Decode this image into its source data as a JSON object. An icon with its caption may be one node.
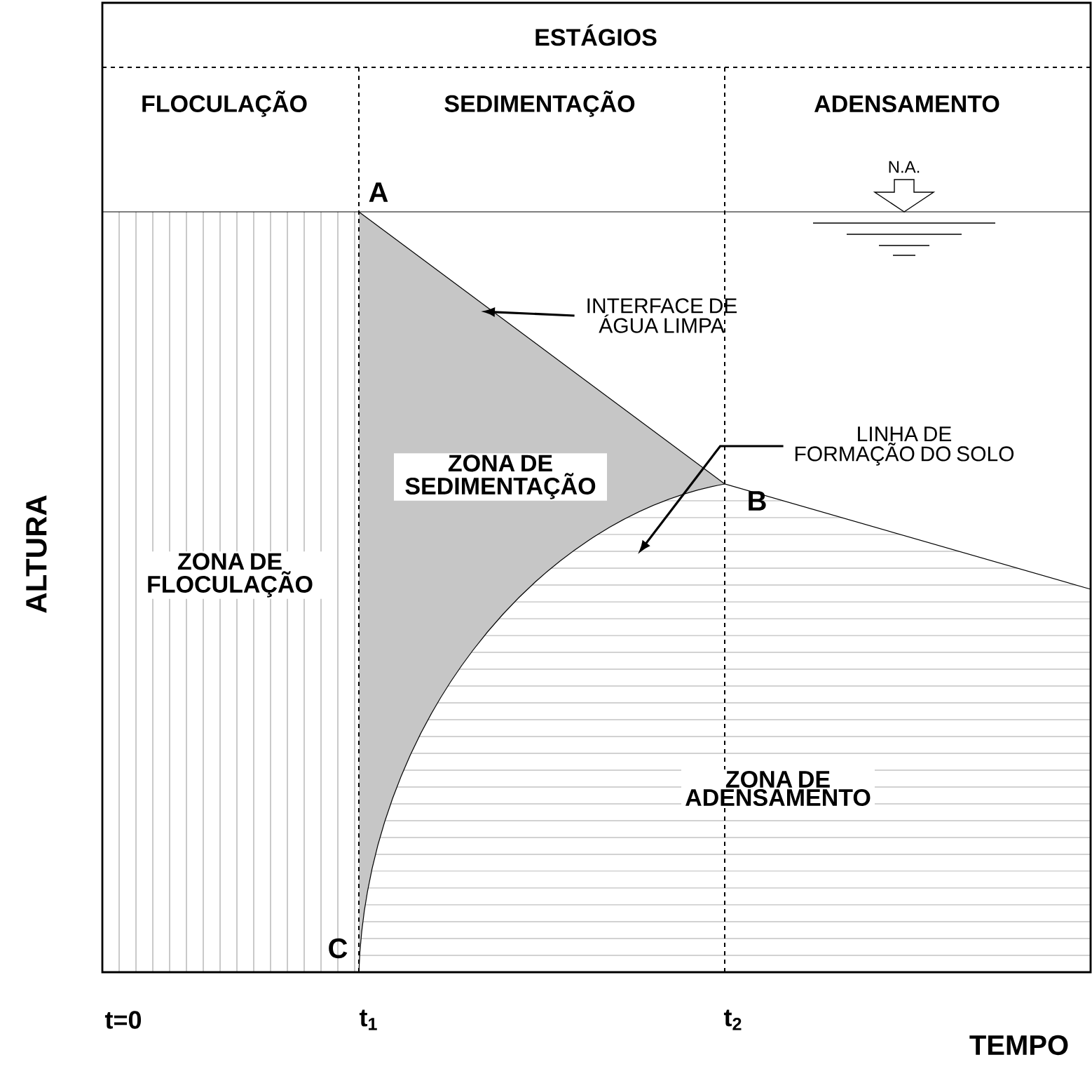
{
  "diagram": {
    "nodes": [
      {
        "text": [
          "INTERFACE DE ÁGUA LIMPA"
        ]
      },
      {
        "text": [
          "LINHA DE FORMAÇÃO DO SOLO"
        ]
      }
    ],
    "edges": [
      {
        "from": 0,
        "to": null,
        "arrow": "to"
      },
      {
        "from": 1,
        "to": null,
        "arrow": "to"
      }
    ],
    "labels": [
      "ESTÁGIOS",
      "FLOCULAÇÃO",
      "SEDIMENTAÇÃO",
      "ADENSAMENTO",
      "N.A.",
      "A",
      "ZONA DE SEDIMENTAÇÃO",
      "B",
      "ALTURA",
      "ZONA DE FLOCULAÇÃO",
      "ZONA DE ADENSAMENTO",
      "C",
      "t=0",
      "t$_{1}$",
      "t$_{2}$",
      "TEMPO"
    ]
  }
}
